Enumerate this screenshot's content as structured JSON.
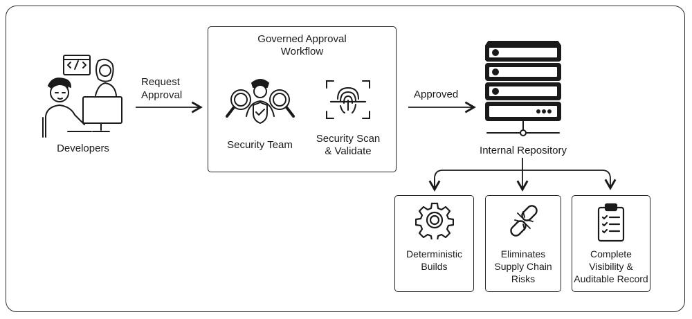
{
  "developers": {
    "label": "Developers",
    "icon": "developers-icon"
  },
  "request_arrow": {
    "label_line1": "Request",
    "label_line2": "Approval"
  },
  "workflow": {
    "title_line1": "Governed Approval",
    "title_line2": "Workflow",
    "security_team": {
      "label": "Security Team",
      "icon": "security-officer-icon"
    },
    "security_scan": {
      "label_line1": "Security Scan",
      "label_line2": "& Validate",
      "icon": "fingerprint-scan-icon"
    }
  },
  "approved_arrow": {
    "label": "Approved"
  },
  "repository": {
    "label": "Internal Repository",
    "icon": "server-icon"
  },
  "outcomes": [
    {
      "line1": "Deterministic",
      "line2": "Builds",
      "line3": "",
      "icon": "gear-icon"
    },
    {
      "line1": "Eliminates",
      "line2": "Supply Chain",
      "line3": "Risks",
      "icon": "broken-chain-icon"
    },
    {
      "line1": "Complete",
      "line2": "Visibility &",
      "line3": "Auditable Record",
      "icon": "clipboard-checklist-icon"
    }
  ],
  "colors": {
    "stroke": "#1a1a1a",
    "background": "#ffffff"
  }
}
